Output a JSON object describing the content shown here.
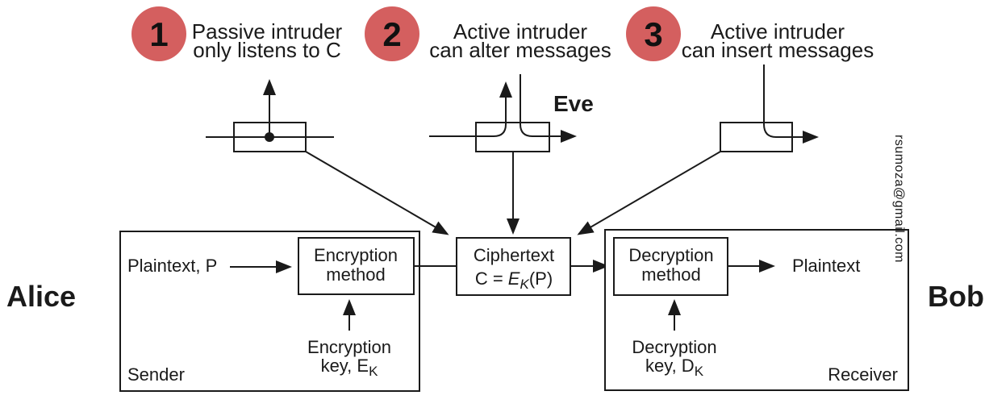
{
  "people": {
    "alice": "Alice",
    "eve": "Eve",
    "bob": "Bob"
  },
  "threats": [
    {
      "number": "1",
      "line1": "Passive intruder",
      "line2": "only listens to C"
    },
    {
      "number": "2",
      "line1": "Active intruder",
      "line2": "can alter messages"
    },
    {
      "number": "3",
      "line1": "Active intruder",
      "line2": "can insert messages"
    }
  ],
  "sender": {
    "role_label": "Sender",
    "input_label": "Plaintext, P",
    "method_line1": "Encryption",
    "method_line2": "method",
    "key_line1": "Encryption",
    "key_line2": "key, E",
    "key_sub": "K"
  },
  "channel": {
    "line1": "Ciphertext",
    "formula_pre": "C = ",
    "formula_var": "E",
    "formula_sub": "K",
    "formula_close": "(P)"
  },
  "receiver": {
    "role_label": "Receiver",
    "output_label": "Plaintext",
    "method_line1": "Decryption",
    "method_line2": "method",
    "key_line1": "Decryption",
    "key_line2": "key, D",
    "key_sub": "K"
  },
  "watermark": "rsumoza@gmail.com",
  "colors": {
    "badge": "#d45f5f",
    "person_name": "#1a1a78",
    "watermark": "#dc7a7a",
    "line": "#1a1a1a"
  }
}
